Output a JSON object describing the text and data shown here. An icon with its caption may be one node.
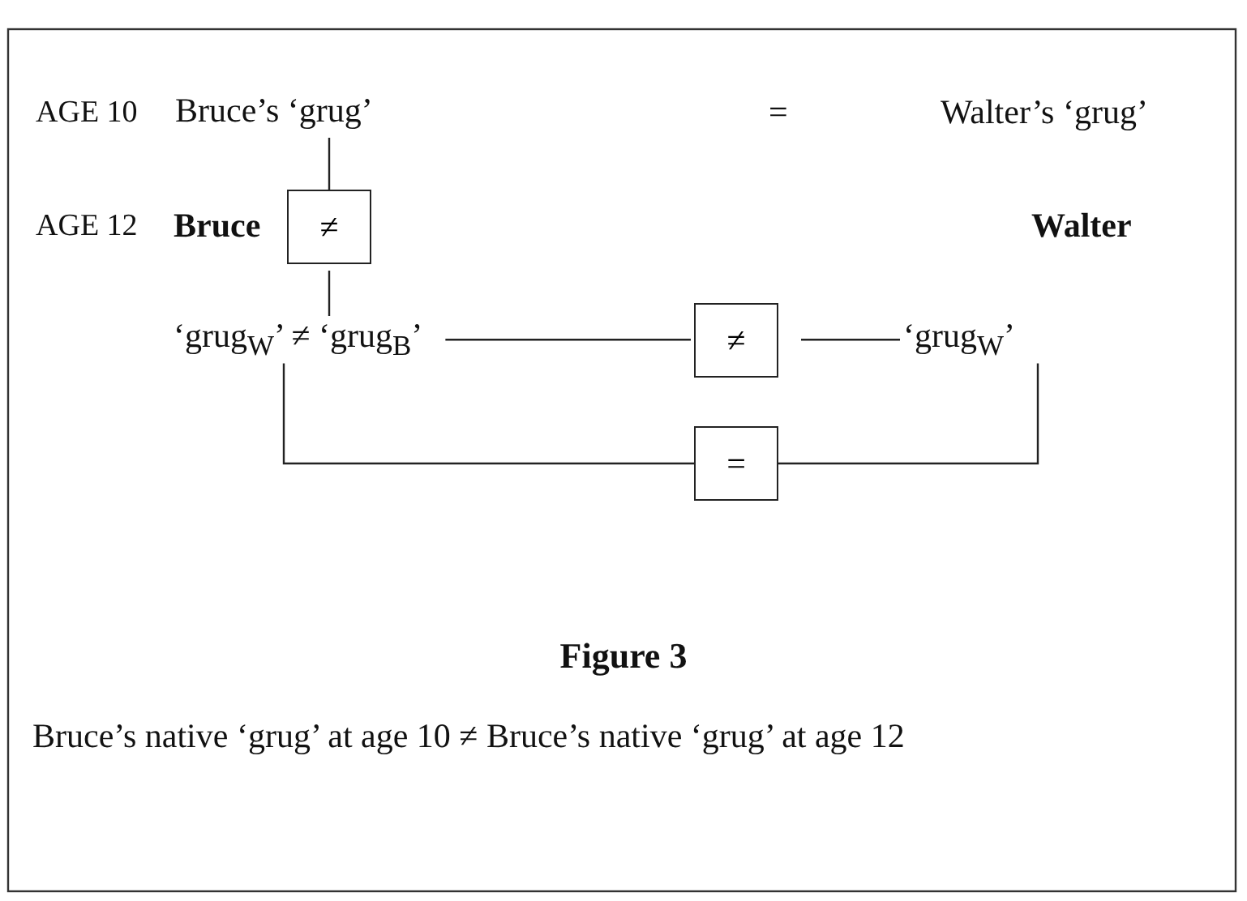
{
  "diagram": {
    "title": "Figure 3",
    "caption": "Bruce’s native ‘grug’ at age 10 ≠ Bruce’s native ‘grug’ at age 12",
    "nodes": [
      {
        "text": [
          "Bruce’s ‘grug’"
        ]
      },
      {
        "text": [
          "≠"
        ]
      },
      {
        "text": [
          "‘grug$_{W}$’ ≠ ‘grug$_{B}$’"
        ]
      },
      {
        "text": [
          "≠"
        ]
      },
      {
        "text": [
          "‘grug$_{W}$’"
        ]
      },
      {
        "text": [
          "="
        ]
      }
    ],
    "edges": [
      {
        "from": 0,
        "to": 1,
        "arrow": "none"
      },
      {
        "from": 1,
        "to": 2,
        "arrow": "none"
      },
      {
        "from": 2,
        "to": 3,
        "arrow": "none"
      },
      {
        "from": 3,
        "to": 4,
        "arrow": "none"
      },
      {
        "from": 2,
        "to": 5,
        "arrow": "none"
      },
      {
        "from": 5,
        "to": 4,
        "arrow": "none"
      }
    ],
    "labels": [
      "AGE 10",
      "=",
      "Walter’s ‘grug’",
      "AGE 12",
      "Bruce",
      "Walter"
    ]
  }
}
